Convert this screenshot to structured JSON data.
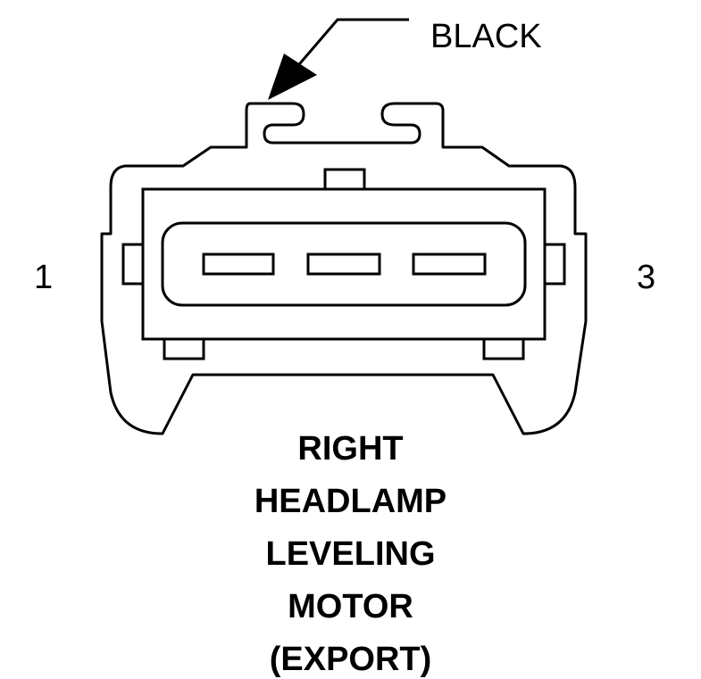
{
  "callout": {
    "wire_color": "BLACK"
  },
  "pins": {
    "left": "1",
    "right": "3"
  },
  "component": {
    "title_lines": [
      "RIGHT",
      "HEADLAMP",
      "LEVELING",
      "MOTOR"
    ],
    "variant": "(EXPORT)"
  },
  "colors": {
    "stroke": "#000000",
    "background": "#ffffff"
  }
}
